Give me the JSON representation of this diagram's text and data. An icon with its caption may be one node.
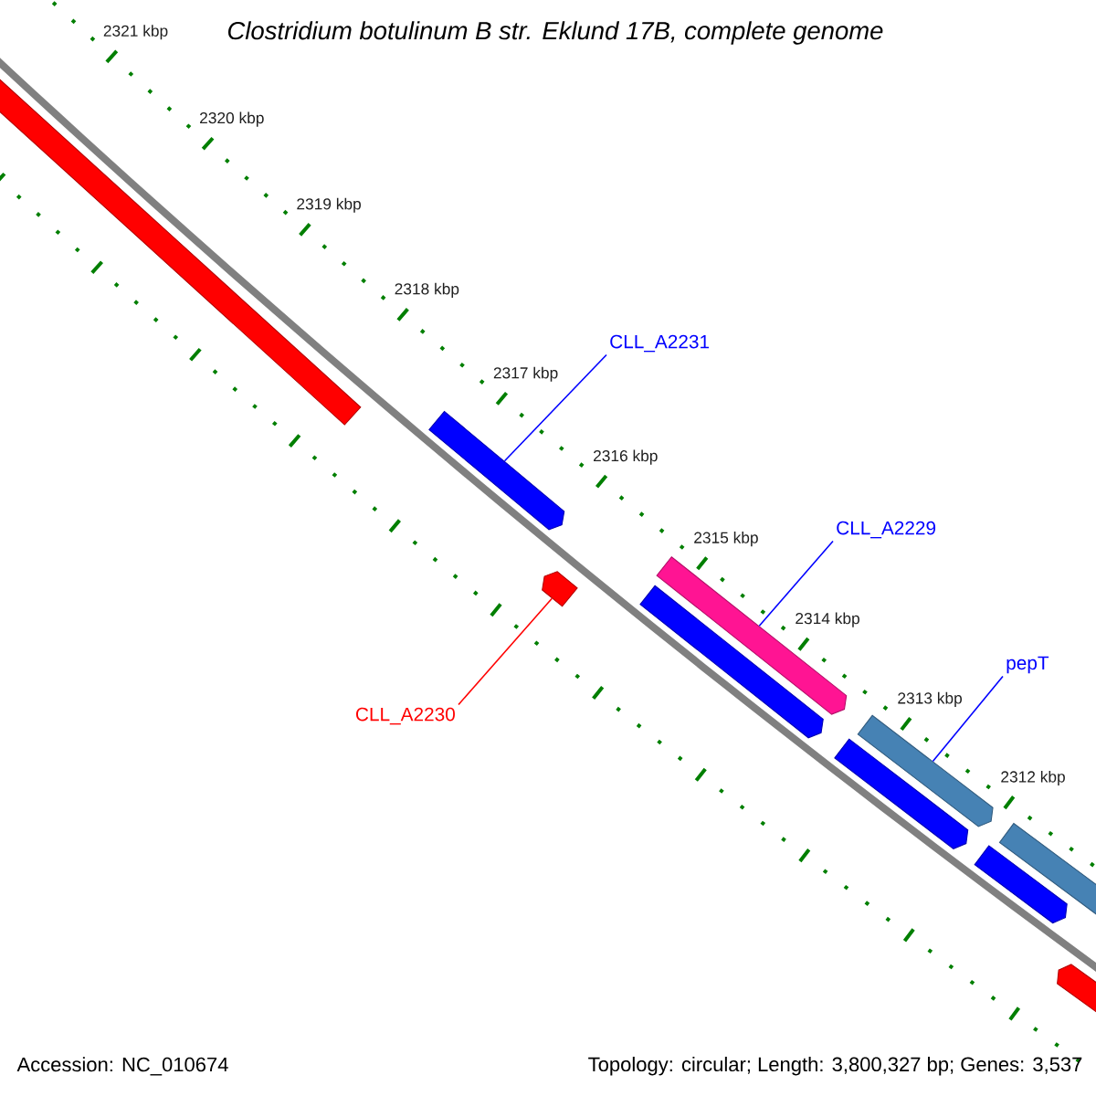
{
  "diagram": {
    "title": "Clostridium botulinum B str. Eklund 17B, complete genome",
    "nodes": [
      {
        "text": [
          "CLL_A2231"
        ]
      },
      {
        "text": [
          "CLL_A2229"
        ]
      },
      {
        "text": [
          "pepT"
        ]
      },
      {
        "text": [
          "CLL_A2230"
        ]
      },
      {
        "text": [],
        "shape": "arrow"
      },
      {
        "text": [],
        "shape": "arrow"
      },
      {
        "text": [],
        "shape": "arrow"
      },
      {
        "text": [],
        "shape": "arrow"
      },
      {
        "text": [],
        "shape": "arrow"
      },
      {
        "text": [],
        "shape": "arrow"
      },
      {
        "text": [],
        "shape": "arrow"
      },
      {
        "text": [],
        "shape": "arrow"
      },
      {
        "text": [],
        "shape": "arrow"
      },
      {
        "text": [],
        "shape": "arrow"
      }
    ],
    "edges": [
      {
        "from": 0,
        "to": 5,
        "arrow": "none"
      },
      {
        "from": 1,
        "to": 8,
        "arrow": "none"
      },
      {
        "from": 2,
        "to": 10,
        "arrow": "none"
      },
      {
        "from": 3,
        "to": 6,
        "arrow": "none",
        "color": "#ff0000"
      }
    ],
    "labels": [
      "2321 kbp",
      "2320 kbp",
      "2319 kbp",
      "2318 kbp",
      "2317 kbp",
      "2316 kbp",
      "2315 kbp",
      "2314 kbp",
      "2313 kbp",
      "2312 kbp",
      "Accession: NC_010674",
      "Topology: circular; Length: 3,800,327 bp; Genes: 3,537"
    ]
  }
}
